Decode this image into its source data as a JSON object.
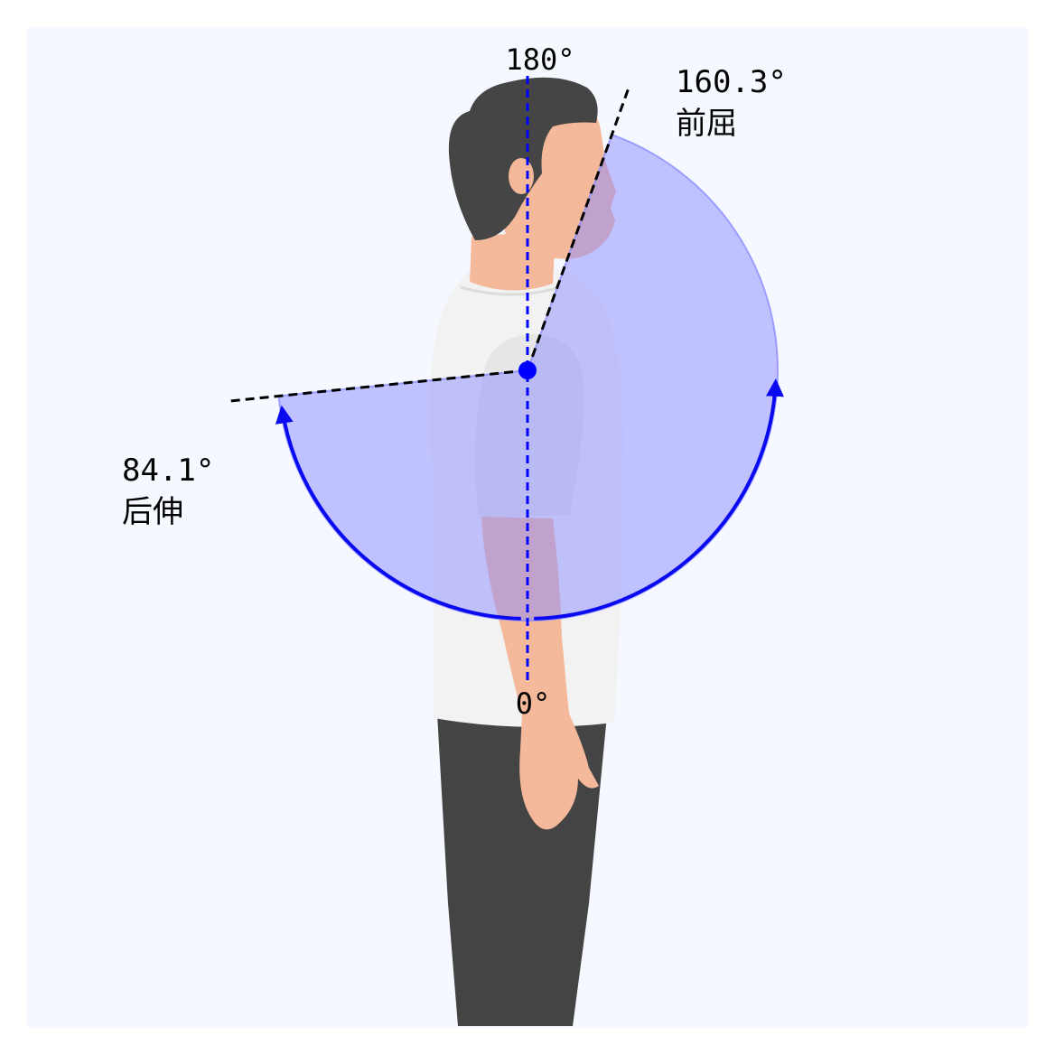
{
  "diagram": {
    "labels": {
      "top": "180°",
      "bottom": "0°",
      "flexion_value": "160.3°",
      "flexion_name": "前屈",
      "extension_value": "84.1°",
      "extension_name": "后伸"
    },
    "angles": {
      "flexion_deg": 160.3,
      "extension_deg": 84.1
    },
    "colors": {
      "background": "#f5f8ff",
      "sector_fill": "#8c8cff",
      "arc_stroke": "#0a0af0",
      "vertical_axis": "#0000ff",
      "limit_lines": "#000000",
      "pivot": "#0000ff",
      "hair": "#454545",
      "skin": "#f4b89a",
      "shirt": "#f2f2f2",
      "pants": "#444444"
    }
  }
}
